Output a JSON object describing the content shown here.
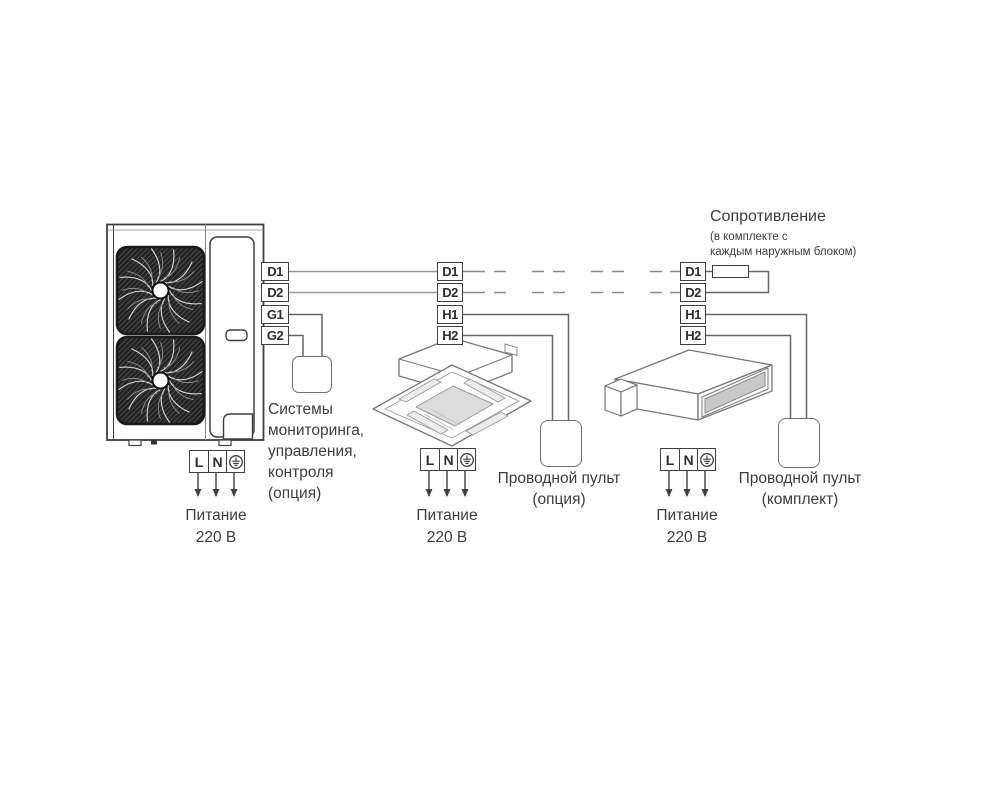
{
  "diagram_type": "hvac-wiring-diagram",
  "outdoor": {
    "terminals": [
      "D1",
      "D2",
      "G1",
      "G2"
    ],
    "power_terminals": [
      "L",
      "N"
    ],
    "earth_icon": "protective-earth",
    "monitoring_lines": [
      "Системы",
      "мониторинга,",
      "управления,",
      "контроля",
      "(опция)"
    ],
    "power_lines": [
      "Питание",
      "220 В"
    ]
  },
  "cassette": {
    "terminals": [
      "D1",
      "D2",
      "H1",
      "H2"
    ],
    "power_terminals": [
      "L",
      "N"
    ],
    "earth_icon": "protective-earth",
    "remote_lines": [
      "Проводной пульт",
      "(опция)"
    ],
    "power_lines": [
      "Питание",
      "220 В"
    ]
  },
  "duct": {
    "terminals": [
      "D1",
      "D2",
      "H1",
      "H2"
    ],
    "power_terminals": [
      "L",
      "N"
    ],
    "earth_icon": "protective-earth",
    "remote_lines": [
      "Проводной пульт",
      "(комплект)"
    ],
    "resistor": {
      "title": "Сопротивление",
      "note_lines": [
        "(в комплекте с",
        "каждым наружным блоком)"
      ]
    },
    "power_lines": [
      "Питание",
      "220 В"
    ]
  },
  "colors": {
    "outline": "#3f3f3f",
    "wire_light": "#999999",
    "wire_dark": "#666666",
    "dash": "#8a8a8a",
    "text": "#3d3d3d",
    "grille_fill": "#d9d9d9",
    "fan_fill": "#222222"
  }
}
